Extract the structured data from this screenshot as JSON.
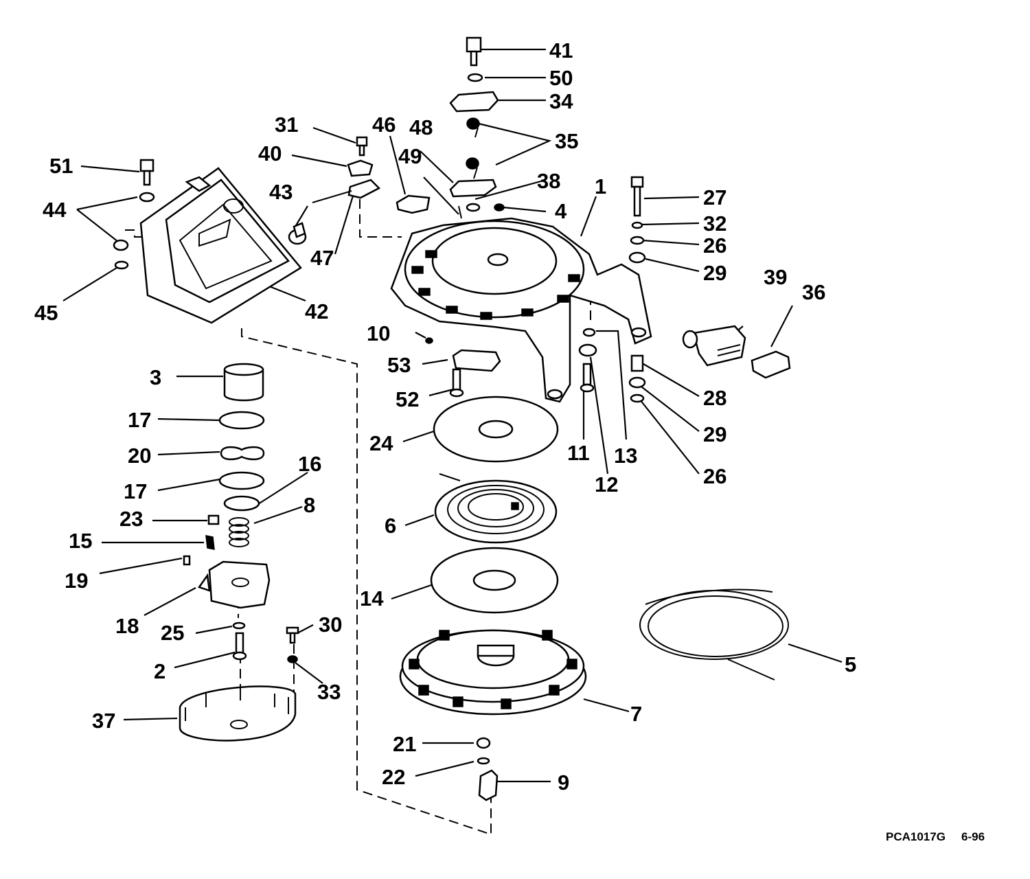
{
  "diagram": {
    "callouts": [
      {
        "id": "1",
        "label": "1"
      },
      {
        "id": "2",
        "label": "2"
      },
      {
        "id": "3",
        "label": "3"
      },
      {
        "id": "4",
        "label": "4"
      },
      {
        "id": "5",
        "label": "5"
      },
      {
        "id": "6",
        "label": "6"
      },
      {
        "id": "7",
        "label": "7"
      },
      {
        "id": "8",
        "label": "8"
      },
      {
        "id": "9",
        "label": "9"
      },
      {
        "id": "10",
        "label": "10"
      },
      {
        "id": "11",
        "label": "11"
      },
      {
        "id": "12",
        "label": "12"
      },
      {
        "id": "13",
        "label": "13"
      },
      {
        "id": "14",
        "label": "14"
      },
      {
        "id": "15",
        "label": "15"
      },
      {
        "id": "16",
        "label": "16"
      },
      {
        "id": "17a",
        "label": "17"
      },
      {
        "id": "17b",
        "label": "17"
      },
      {
        "id": "18",
        "label": "18"
      },
      {
        "id": "19",
        "label": "19"
      },
      {
        "id": "20",
        "label": "20"
      },
      {
        "id": "21",
        "label": "21"
      },
      {
        "id": "22",
        "label": "22"
      },
      {
        "id": "23",
        "label": "23"
      },
      {
        "id": "24",
        "label": "24"
      },
      {
        "id": "25",
        "label": "25"
      },
      {
        "id": "26a",
        "label": "26"
      },
      {
        "id": "26b",
        "label": "26"
      },
      {
        "id": "27",
        "label": "27"
      },
      {
        "id": "28",
        "label": "28"
      },
      {
        "id": "29a",
        "label": "29"
      },
      {
        "id": "29b",
        "label": "29"
      },
      {
        "id": "30",
        "label": "30"
      },
      {
        "id": "31",
        "label": "31"
      },
      {
        "id": "32",
        "label": "32"
      },
      {
        "id": "33",
        "label": "33"
      },
      {
        "id": "34",
        "label": "34"
      },
      {
        "id": "35",
        "label": "35"
      },
      {
        "id": "36",
        "label": "36"
      },
      {
        "id": "37",
        "label": "37"
      },
      {
        "id": "38",
        "label": "38"
      },
      {
        "id": "39",
        "label": "39"
      },
      {
        "id": "40",
        "label": "40"
      },
      {
        "id": "41",
        "label": "41"
      },
      {
        "id": "42",
        "label": "42"
      },
      {
        "id": "43",
        "label": "43"
      },
      {
        "id": "44",
        "label": "44"
      },
      {
        "id": "45",
        "label": "45"
      },
      {
        "id": "46",
        "label": "46"
      },
      {
        "id": "47",
        "label": "47"
      },
      {
        "id": "48",
        "label": "48"
      },
      {
        "id": "49",
        "label": "49"
      },
      {
        "id": "50",
        "label": "50"
      },
      {
        "id": "51",
        "label": "51"
      },
      {
        "id": "52",
        "label": "52"
      },
      {
        "id": "53",
        "label": "53"
      }
    ],
    "document_id": "PCA1017G",
    "revision_date": "6-96"
  }
}
